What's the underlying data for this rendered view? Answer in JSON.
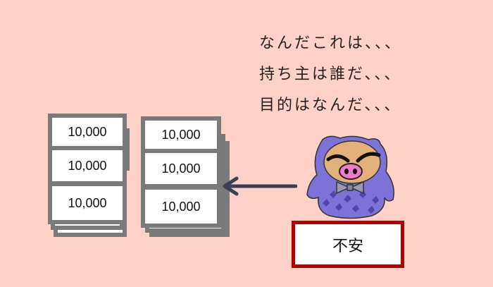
{
  "thoughts": {
    "lines": [
      "なんだこれは、、、",
      "持ち主は誰だ、、、",
      "目的はなんだ、、、"
    ]
  },
  "money_stacks": {
    "left": {
      "bills": [
        "10,000",
        "10,000",
        "10,000"
      ]
    },
    "right": {
      "bills": [
        "10,000",
        "10,000",
        "10,000"
      ]
    }
  },
  "arrow": {
    "direction": "left",
    "color": "#3A4155"
  },
  "character": {
    "description": "pig in purple hooded costume with bow tie, frowning"
  },
  "label_box": {
    "text": "不安",
    "border_color": "#B30000"
  },
  "colors": {
    "background": "#FFD1C7",
    "bill_border": "#7A7A7A"
  }
}
